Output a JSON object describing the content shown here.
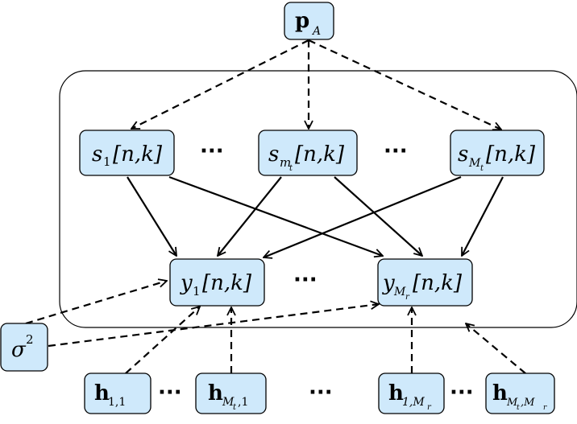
{
  "nodes": {
    "pA": {
      "main": "p",
      "sub": "A"
    },
    "s1": {
      "main": "s",
      "sub": "1",
      "arg": "[n,k]"
    },
    "smt": {
      "main": "s",
      "sub": "m",
      "subsub": "t",
      "arg": "[n,k]"
    },
    "sMt": {
      "main": "s",
      "sub": "M",
      "subsub": "t",
      "arg": "[n,k]"
    },
    "y1": {
      "main": "y",
      "sub": "1",
      "arg": "[n,k]"
    },
    "yMr": {
      "main": "y",
      "sub": "M",
      "subsub": "r",
      "arg": "[n,k]"
    },
    "sigma": {
      "main": "σ",
      "sup": "2"
    },
    "h11": {
      "main": "h",
      "sub": "1,1"
    },
    "hMt1": {
      "main": "h",
      "sub": "M",
      "subsub": "t",
      "sub2": ",1"
    },
    "h1Mr": {
      "main": "h",
      "sub": "1,M",
      "subsub": "r"
    },
    "hMtMr": {
      "main": "h",
      "sub": "M",
      "subsub": "t",
      "sub2": ",M",
      "subsub2": "r"
    }
  },
  "ellipses": [
    "···",
    "···",
    "···",
    "···",
    "···",
    "···"
  ],
  "colors": {
    "node_fill": "#cfe9fb",
    "stroke": "#000000"
  }
}
